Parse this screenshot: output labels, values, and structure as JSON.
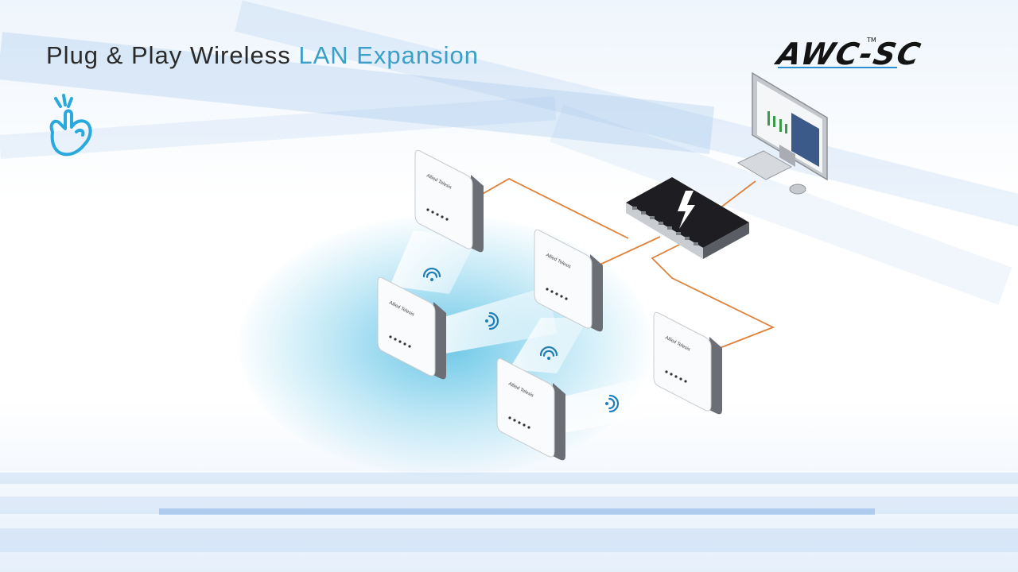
{
  "title": {
    "main": "Plug & Play Wireless ",
    "accent": "LAN Expansion"
  },
  "brand": {
    "name": "AWC-SC",
    "trademark": "TM"
  },
  "device_label": "Allied Telesis",
  "icons": {
    "gesture": "finger-snap-icon",
    "wifi": "wifi-signal-icon",
    "switch": "lightning-bolt-icon",
    "computer": "monitor-icon"
  },
  "colors": {
    "accent": "#3aa0c8",
    "cable": "#e0813a",
    "glow": "#3bb5e0",
    "brand_dark": "#141414"
  }
}
